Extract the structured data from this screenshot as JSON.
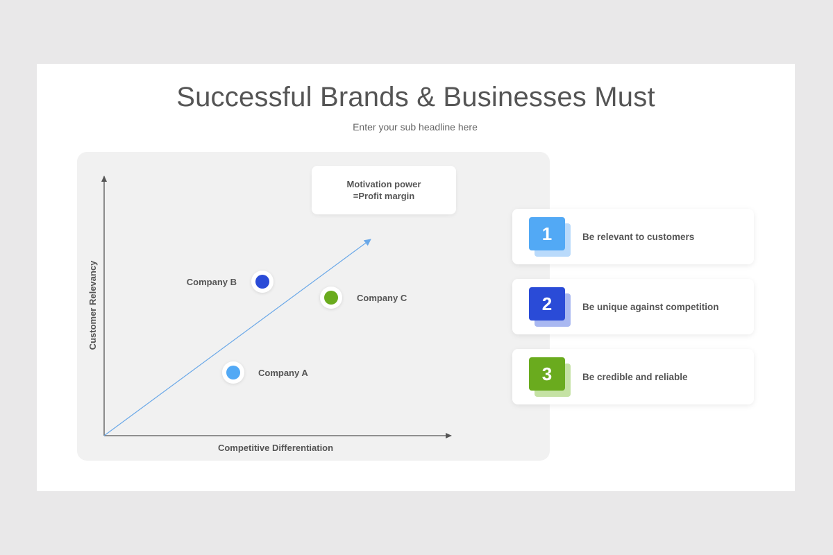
{
  "title": "Successful Brands & Businesses Must",
  "subtitle": "Enter your sub headline here",
  "diagram": {
    "y_axis_label": "Customer Relevancy",
    "x_axis_label": "Competitive Differentiation",
    "motivation": {
      "line1": "Motivation power",
      "line2": "=Profit margin"
    },
    "companies": [
      {
        "label": "Company B",
        "color": "#2a4bd7"
      },
      {
        "label": "Company C",
        "color": "#6aab1e"
      },
      {
        "label": "Company A",
        "color": "#52a9f5"
      }
    ],
    "trend_line_color": "#6aa8e8"
  },
  "cards": [
    {
      "number": "1",
      "text": "Be relevant to customers",
      "color": "#52a9f5",
      "shadow_color": "#b9dafb"
    },
    {
      "number": "2",
      "text": "Be unique against competition",
      "color": "#2a4bd7",
      "shadow_color": "#a9b8f1"
    },
    {
      "number": "3",
      "text": "Be credible and reliable",
      "color": "#6aab1e",
      "shadow_color": "#c5e2a4"
    }
  ]
}
